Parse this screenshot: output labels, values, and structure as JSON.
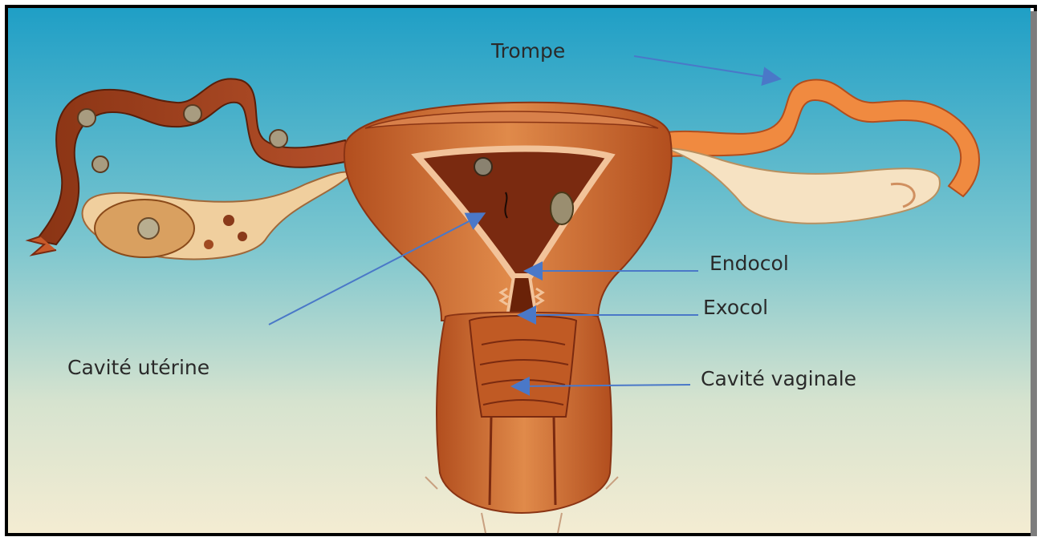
{
  "diagram": {
    "labels": {
      "trompe": "Trompe",
      "endocol": "Endocol",
      "exocol": "Exocol",
      "cavite_uterine": "Cavité utérine",
      "cavite_vaginale": "Cavité vaginale"
    }
  },
  "colors": {
    "sky_top": "#1f9fc6",
    "sky_mid": "#7cc6cf",
    "sky_bottom": "#f4ecd2",
    "tissue": "#c8642a",
    "tissue_dark": "#8a3414",
    "tissue_light": "#f2c39a",
    "arrow": "#4a78c8"
  },
  "icons": [
    "ovary-illustration",
    "uterus-illustration",
    "fallopian-tube-illustration"
  ]
}
